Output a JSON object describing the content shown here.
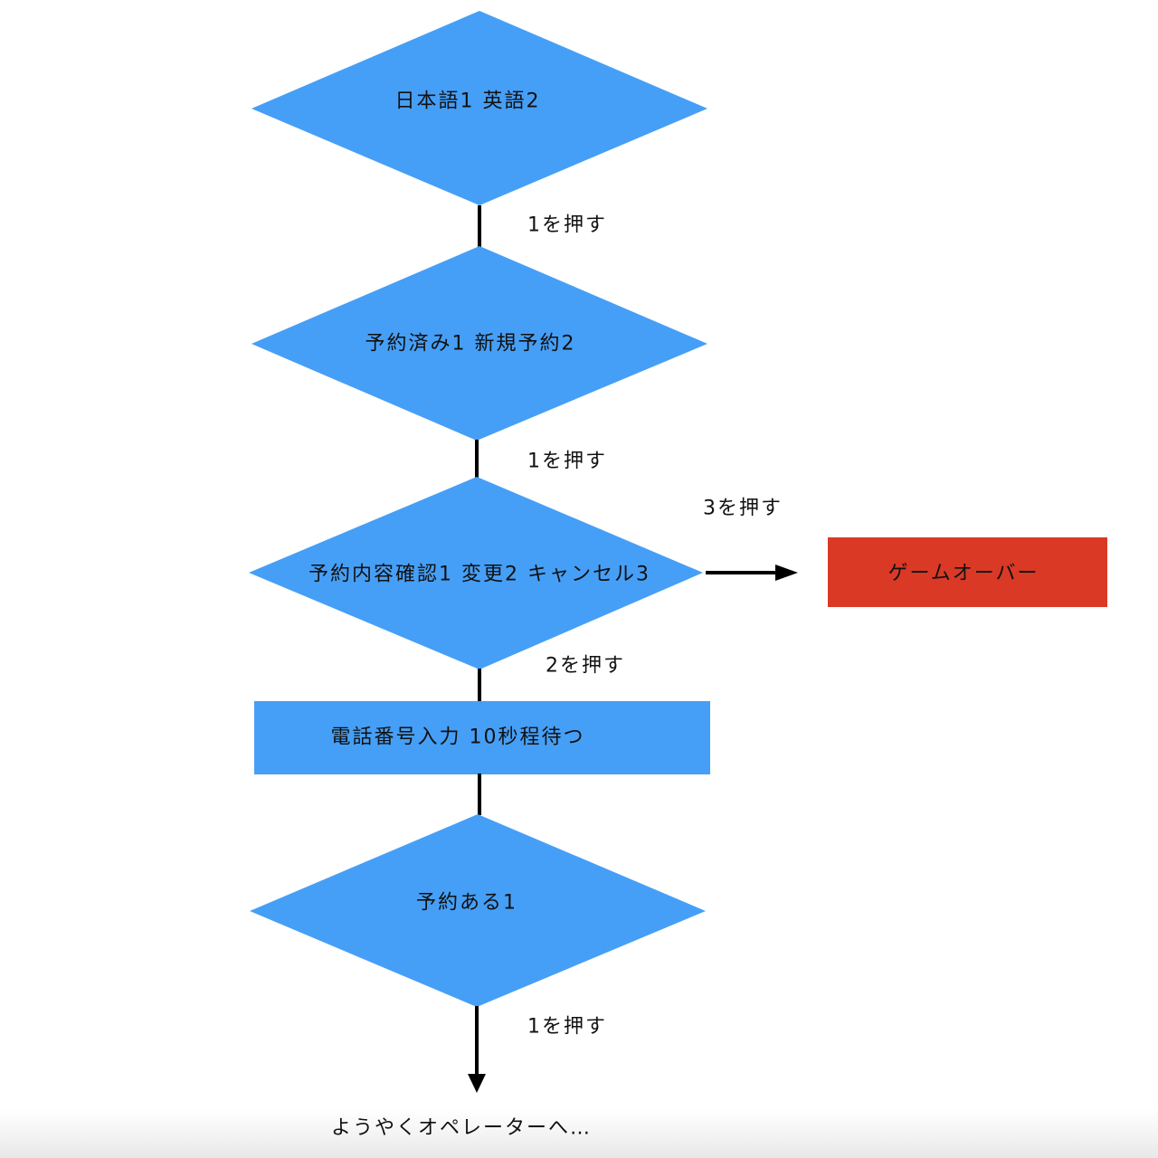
{
  "nodes": {
    "language_select": "日本語1 英語2",
    "reservation_type": "予約済み1 新規予約2",
    "reservation_menu": "予約内容確認1 変更2 キャンセル3",
    "phone_input": "電話番号入力 10秒程待つ",
    "reservation_exists": "予約ある1",
    "game_over": "ゲームオーバー",
    "operator": "ようやくオペレーターへ…"
  },
  "edges": {
    "language_to_type": "1を押す",
    "type_to_menu": "1を押す",
    "menu_to_game_over": "3を押す",
    "menu_to_phone": "2を押す",
    "exists_to_operator": "1を押す"
  },
  "colors": {
    "decision": "#469FF6",
    "process": "#469FF6",
    "terminal": "#DA3926",
    "connector": "#000000",
    "background": "#FFFFFF"
  }
}
